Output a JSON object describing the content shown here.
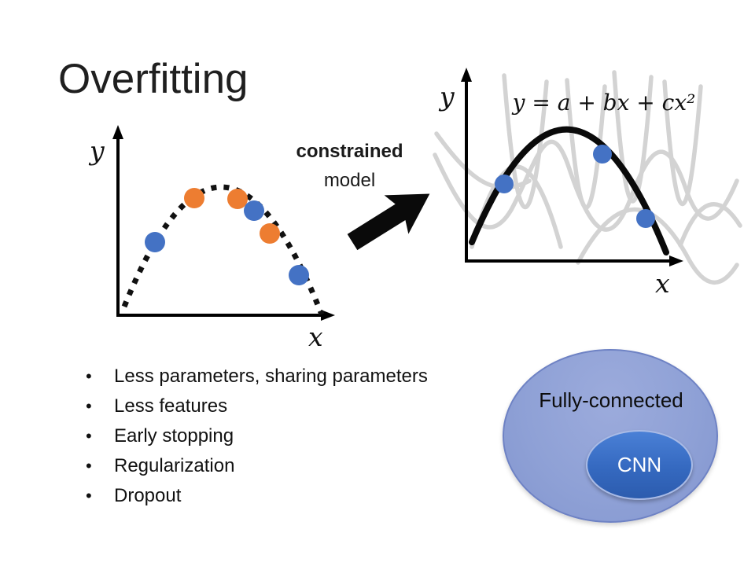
{
  "title": "Overfitting",
  "left_chart": {
    "y_label": "y",
    "x_label": "x"
  },
  "transform_label": {
    "bold_line": "constrained",
    "regular_line": "model"
  },
  "right_chart": {
    "y_label": "y",
    "x_label": "x",
    "equation": "y = a + bx + cx²"
  },
  "bullets": {
    "marker": "•",
    "items": [
      "Less parameters, sharing parameters",
      "Less features",
      "Early stopping",
      "Regularization",
      "Dropout"
    ]
  },
  "venn": {
    "outer_label": "Fully-connected",
    "inner_label": "CNN"
  },
  "colors": {
    "point_blue": "#4472c4",
    "point_orange": "#ed7d31",
    "candidate_curves_gray": "#d3d3d3",
    "fit_curve_black": "#0a0a0a",
    "venn_outer_fill": "#8fa1d6",
    "venn_outer_border": "#6e82c4",
    "venn_inner_fill": "#3569c0",
    "background": "#ffffff"
  },
  "chart_data": [
    {
      "type": "scatter",
      "id": "left-plot",
      "xlabel": "x",
      "ylabel": "y",
      "curve": "dashed black parabola (underlying model) through the points",
      "points_norm": [
        {
          "x": 0.18,
          "y": 0.4,
          "color": "blue"
        },
        {
          "x": 0.37,
          "y": 0.63,
          "color": "orange"
        },
        {
          "x": 0.58,
          "y": 0.63,
          "color": "orange"
        },
        {
          "x": 0.66,
          "y": 0.57,
          "color": "blue"
        },
        {
          "x": 0.73,
          "y": 0.45,
          "color": "orange"
        },
        {
          "x": 0.87,
          "y": 0.23,
          "color": "blue"
        }
      ]
    },
    {
      "type": "scatter",
      "id": "right-plot",
      "xlabel": "x",
      "ylabel": "y",
      "annotation": "y = a + bx + cx²",
      "curve": "bold black parabola fit; many gray wiggly candidate curves in background",
      "points_norm": [
        {
          "x": 0.19,
          "y": 0.42,
          "color": "blue"
        },
        {
          "x": 0.67,
          "y": 0.57,
          "color": "blue"
        },
        {
          "x": 0.88,
          "y": 0.23,
          "color": "blue"
        }
      ]
    }
  ]
}
